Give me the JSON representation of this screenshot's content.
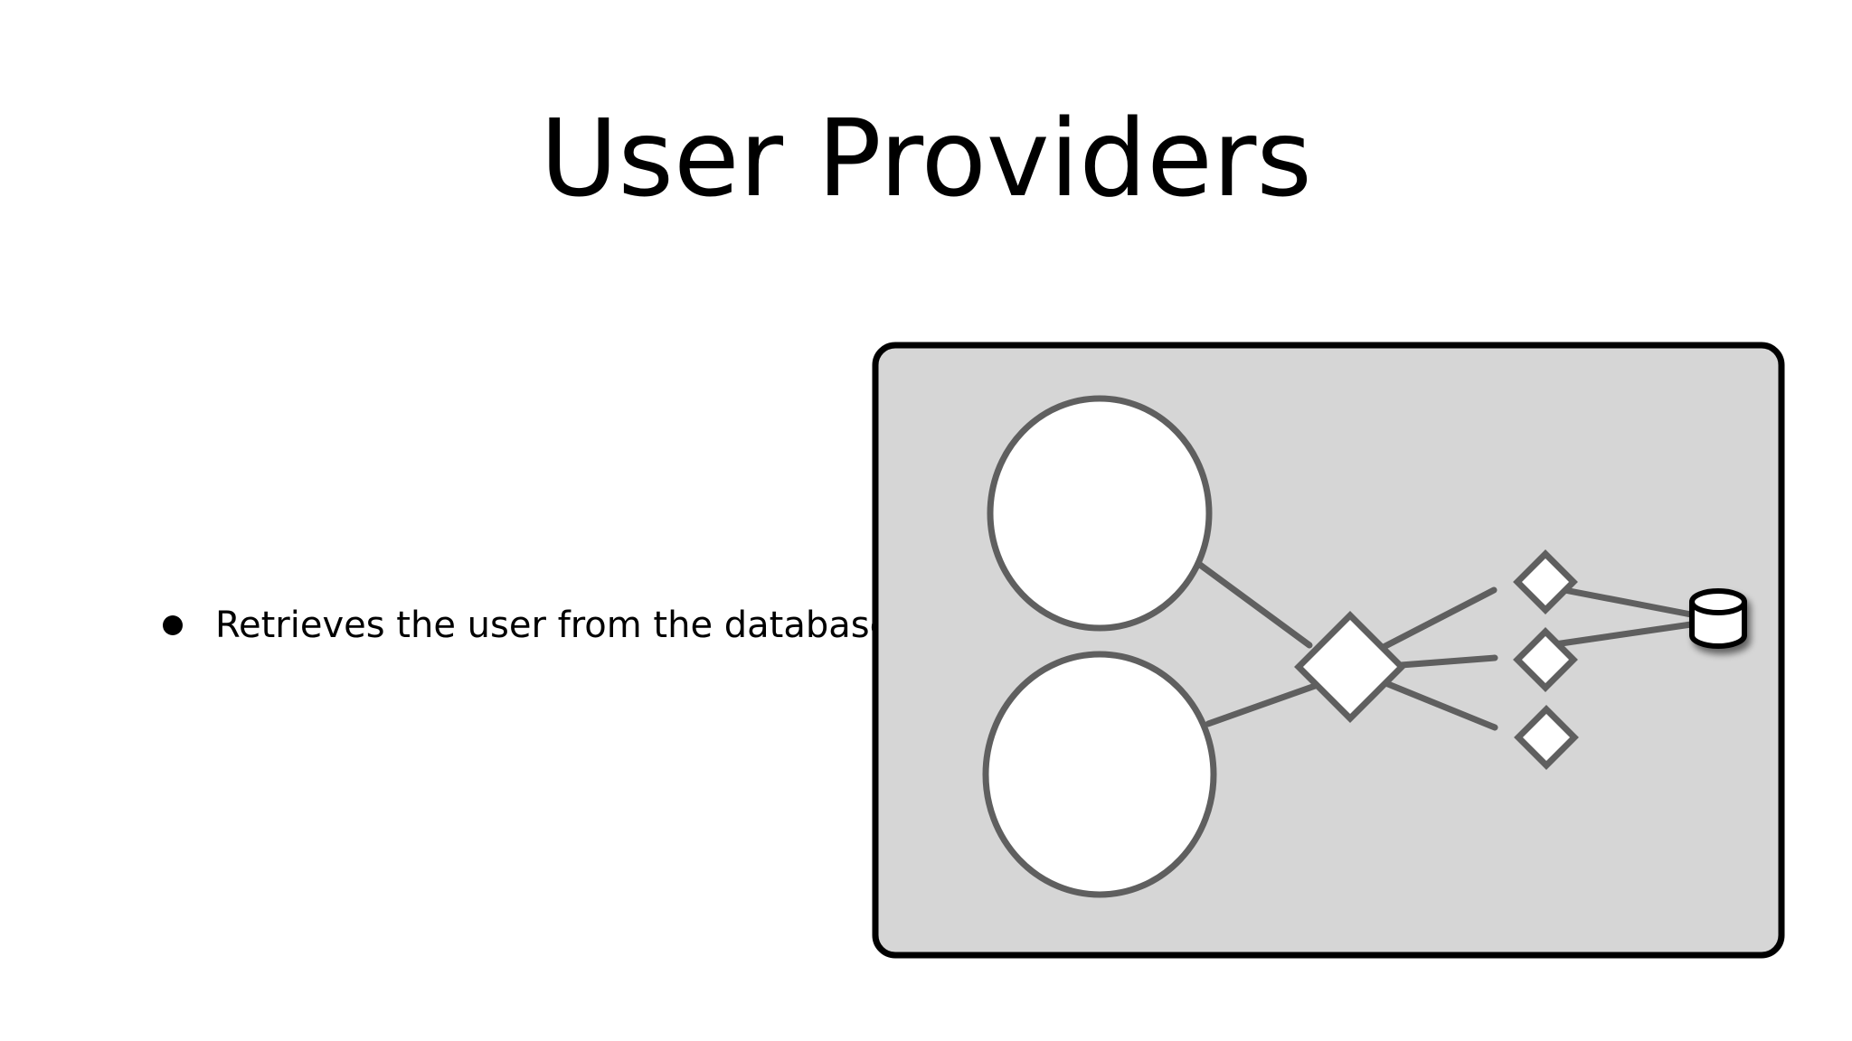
{
  "slide": {
    "title": "User Providers",
    "bullets": [
      "Retrieves the user from the database"
    ]
  },
  "colors": {
    "background": "#ffffff",
    "panel_fill": "#d6d6d6",
    "panel_border": "#000000",
    "node_fill": "#ffffff",
    "node_stroke": "#5f5f5f",
    "database_stroke": "#000000"
  },
  "diagram": {
    "nodes": [
      {
        "id": "service-a",
        "shape": "circle"
      },
      {
        "id": "service-b",
        "shape": "circle"
      },
      {
        "id": "router",
        "shape": "diamond"
      },
      {
        "id": "provider-1",
        "shape": "diamond"
      },
      {
        "id": "provider-2",
        "shape": "diamond"
      },
      {
        "id": "provider-3",
        "shape": "diamond"
      },
      {
        "id": "database",
        "shape": "cylinder",
        "icon": "database-icon"
      }
    ],
    "edges": [
      {
        "from": "service-a",
        "to": "router"
      },
      {
        "from": "service-b",
        "to": "router"
      },
      {
        "from": "router",
        "to": "provider-1"
      },
      {
        "from": "router",
        "to": "provider-2"
      },
      {
        "from": "router",
        "to": "provider-3"
      },
      {
        "from": "provider-1",
        "to": "database"
      },
      {
        "from": "provider-2",
        "to": "database"
      }
    ]
  }
}
